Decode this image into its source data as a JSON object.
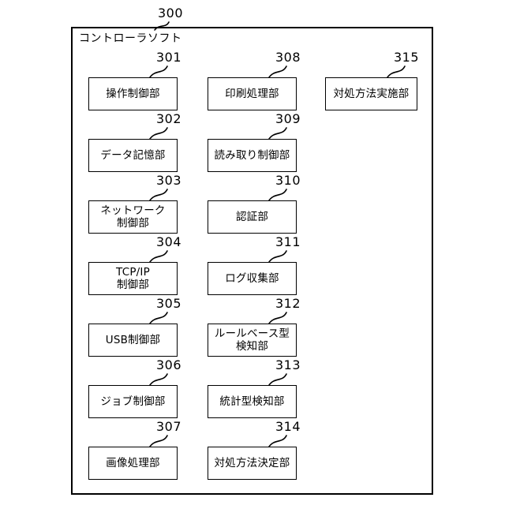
{
  "diagram": {
    "frame": {
      "ref": "300",
      "title": "コントローラソフト"
    },
    "columns": [
      {
        "name": "left-column",
        "boxes": [
          {
            "ref": "301",
            "label": "操作制御部"
          },
          {
            "ref": "302",
            "label": "データ記憶部"
          },
          {
            "ref": "303",
            "label": "ネットワーク\n制御部"
          },
          {
            "ref": "304",
            "label": "TCP/IP\n制御部"
          },
          {
            "ref": "305",
            "label": "USB制御部"
          },
          {
            "ref": "306",
            "label": "ジョブ制御部"
          },
          {
            "ref": "307",
            "label": "画像処理部"
          }
        ]
      },
      {
        "name": "middle-column",
        "boxes": [
          {
            "ref": "308",
            "label": "印刷処理部"
          },
          {
            "ref": "309",
            "label": "読み取り制御部"
          },
          {
            "ref": "310",
            "label": "認証部"
          },
          {
            "ref": "311",
            "label": "ログ収集部"
          },
          {
            "ref": "312",
            "label": "ルールベース型\n検知部"
          },
          {
            "ref": "313",
            "label": "統計型検知部"
          },
          {
            "ref": "314",
            "label": "対処方法決定部"
          }
        ]
      },
      {
        "name": "right-column",
        "boxes": [
          {
            "ref": "315",
            "label": "対処方法実施部"
          }
        ]
      }
    ],
    "colors": {
      "line": "#000000",
      "background": "#ffffff",
      "text": "#000000"
    }
  }
}
